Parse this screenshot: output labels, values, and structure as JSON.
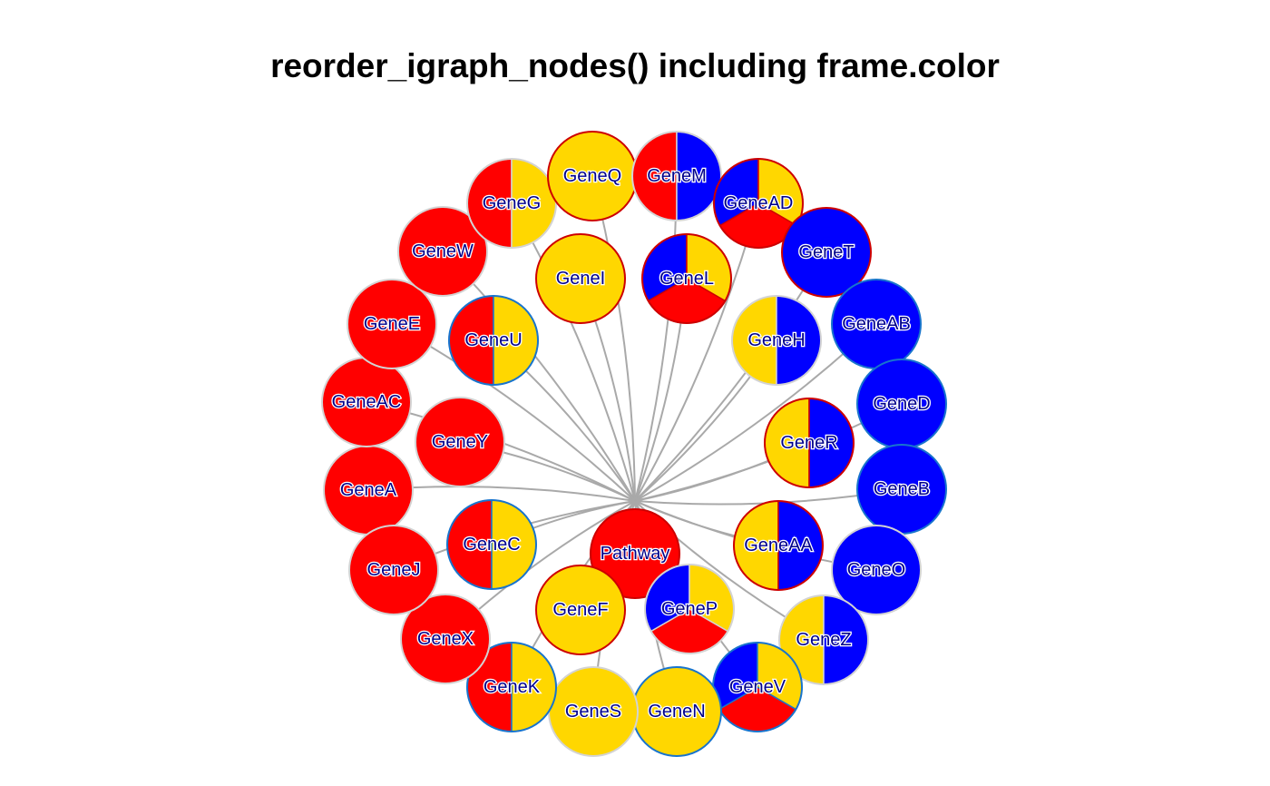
{
  "title": "reorder_igraph_nodes() including frame.color",
  "colors": {
    "red": "#FF0000",
    "gold": "#FFD700",
    "blue": "#0000FF",
    "edge": "#A9A9A9",
    "label": "#00008B",
    "frame_red": "#CD0000",
    "frame_blue": "#1874CD",
    "frame_grey": "#D3D3D3"
  },
  "hub": "Pathway",
  "nodes": [
    {
      "label": "Pathway",
      "fill": [
        "red"
      ],
      "frame": "red"
    },
    {
      "label": "GeneA",
      "fill": [
        "red"
      ],
      "frame": "grey"
    },
    {
      "label": "GeneAC",
      "fill": [
        "red"
      ],
      "frame": "grey"
    },
    {
      "label": "GeneE",
      "fill": [
        "red"
      ],
      "frame": "grey"
    },
    {
      "label": "GeneW",
      "fill": [
        "red"
      ],
      "frame": "grey"
    },
    {
      "label": "GeneG",
      "fill": [
        "red",
        "gold"
      ],
      "frame": "grey"
    },
    {
      "label": "GeneQ",
      "fill": [
        "gold"
      ],
      "frame": "red"
    },
    {
      "label": "GeneM",
      "fill": [
        "red",
        "blue"
      ],
      "frame": "grey"
    },
    {
      "label": "GeneAD",
      "fill": [
        "red",
        "blue",
        "gold"
      ],
      "frame": "red"
    },
    {
      "label": "GeneT",
      "fill": [
        "blue"
      ],
      "frame": "red"
    },
    {
      "label": "GeneAB",
      "fill": [
        "blue"
      ],
      "frame": "blue"
    },
    {
      "label": "GeneD",
      "fill": [
        "blue"
      ],
      "frame": "blue"
    },
    {
      "label": "GeneB",
      "fill": [
        "blue"
      ],
      "frame": "blue"
    },
    {
      "label": "GeneO",
      "fill": [
        "blue"
      ],
      "frame": "grey"
    },
    {
      "label": "GeneZ",
      "fill": [
        "gold",
        "blue"
      ],
      "frame": "grey"
    },
    {
      "label": "GeneV",
      "fill": [
        "red",
        "blue",
        "gold"
      ],
      "frame": "blue"
    },
    {
      "label": "GeneN",
      "fill": [
        "gold"
      ],
      "frame": "blue"
    },
    {
      "label": "GeneS",
      "fill": [
        "gold"
      ],
      "frame": "grey"
    },
    {
      "label": "GeneK",
      "fill": [
        "red",
        "gold"
      ],
      "frame": "blue"
    },
    {
      "label": "GeneX",
      "fill": [
        "red"
      ],
      "frame": "grey"
    },
    {
      "label": "GeneJ",
      "fill": [
        "red"
      ],
      "frame": "grey"
    },
    {
      "label": "GeneY",
      "fill": [
        "red"
      ],
      "frame": "grey"
    },
    {
      "label": "GeneU",
      "fill": [
        "red",
        "gold"
      ],
      "frame": "blue"
    },
    {
      "label": "GeneI",
      "fill": [
        "gold"
      ],
      "frame": "red"
    },
    {
      "label": "GeneL",
      "fill": [
        "red",
        "blue",
        "gold"
      ],
      "frame": "red"
    },
    {
      "label": "GeneH",
      "fill": [
        "gold",
        "blue"
      ],
      "frame": "grey"
    },
    {
      "label": "GeneR",
      "fill": [
        "gold",
        "blue"
      ],
      "frame": "red"
    },
    {
      "label": "GeneAA",
      "fill": [
        "gold",
        "blue"
      ],
      "frame": "red"
    },
    {
      "label": "GeneP",
      "fill": [
        "red",
        "blue",
        "gold"
      ],
      "frame": "grey"
    },
    {
      "label": "GeneF",
      "fill": [
        "gold"
      ],
      "frame": "red"
    },
    {
      "label": "GeneC",
      "fill": [
        "red",
        "gold"
      ],
      "frame": "blue"
    }
  ]
}
